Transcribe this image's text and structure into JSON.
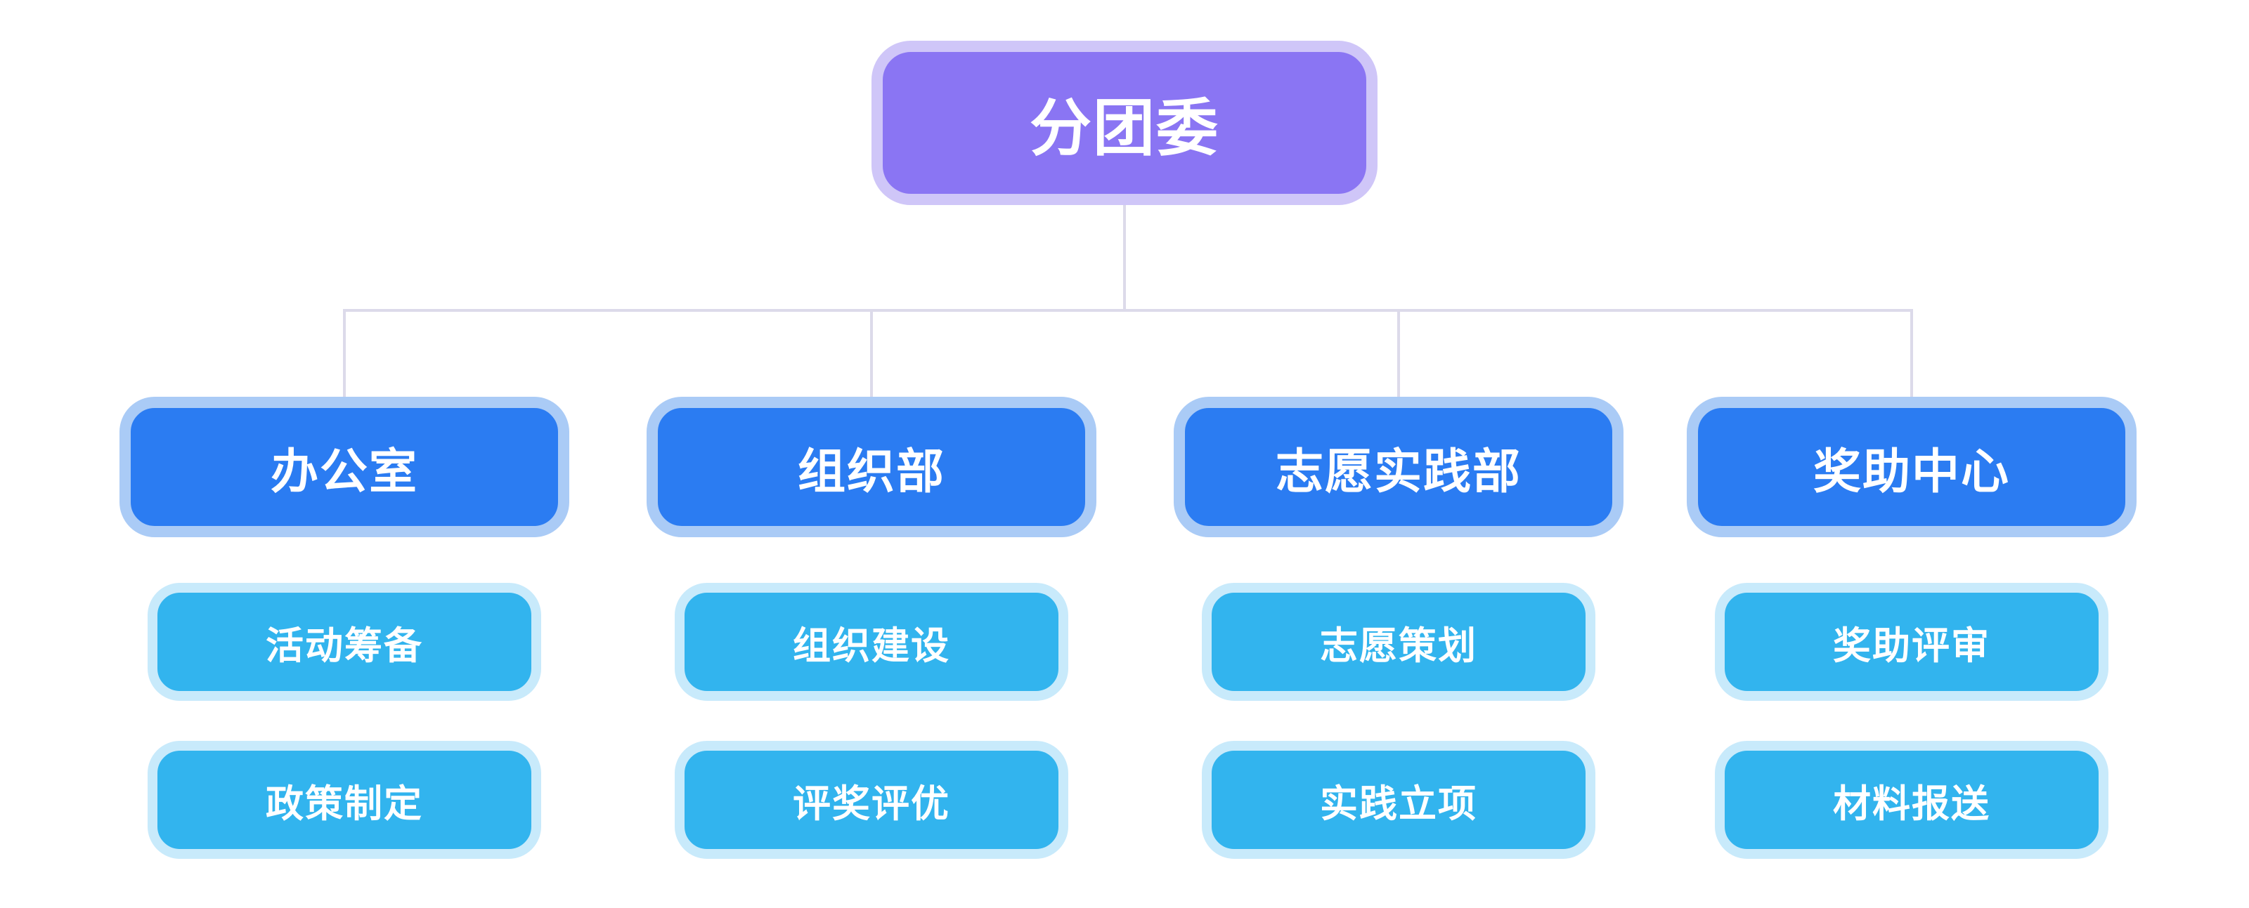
{
  "org_chart": {
    "root": {
      "label": "分团委"
    },
    "departments": [
      {
        "label": "办公室",
        "children": [
          "活动筹备",
          "政策制定"
        ]
      },
      {
        "label": "组织部",
        "children": [
          "组织建设",
          "评奖评优"
        ]
      },
      {
        "label": "志愿实践部",
        "children": [
          "志愿策划",
          "实践立项"
        ]
      },
      {
        "label": "奖助中心",
        "children": [
          "奖助评审",
          "材料报送"
        ]
      }
    ],
    "colors": {
      "root_fill": "#8A75F3",
      "root_ring": "#CFC6F8",
      "dept_fill": "#2B7CF2",
      "dept_ring": "#AACBF6",
      "sub_fill": "#32B4EE",
      "sub_ring": "#C8EAFB",
      "connector": "#DCDAEA",
      "text": "#FFFFFF",
      "background": "#FFFFFF"
    }
  }
}
